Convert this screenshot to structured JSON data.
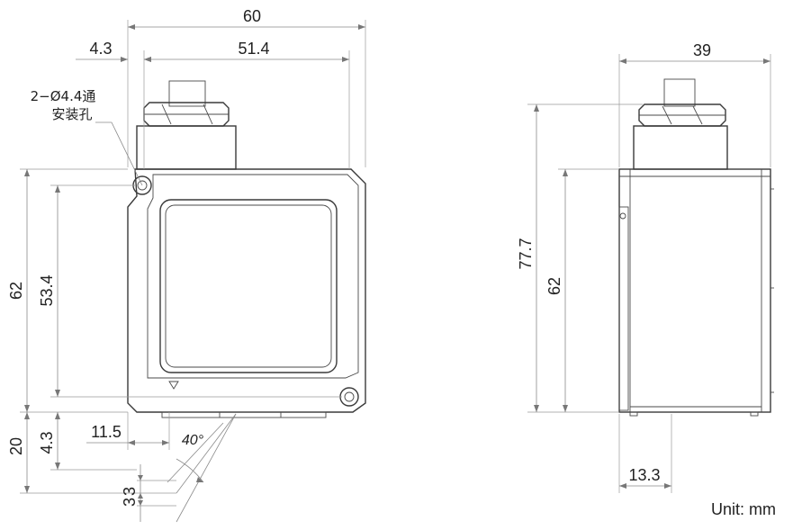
{
  "front_view": {
    "dim_total_width": "60",
    "dim_offset_left": "4.3",
    "dim_hole_spacing": "51.4",
    "hole_note_line1": "2−Ø4.4通",
    "hole_note_line2": "安装孔",
    "dim_height": "62",
    "dim_hole_vertical": "53.4",
    "dim_bottom_20": "20",
    "dim_bottom_4_3": "4.3",
    "dim_11_5": "11.5",
    "dim_angle": "40°",
    "dim_33_a": "3",
    "dim_33_b": "3"
  },
  "side_view": {
    "dim_depth": "39",
    "dim_total_height": "77.7",
    "dim_height": "62",
    "dim_13_3": "13.3"
  },
  "unit_label": "Unit: mm"
}
